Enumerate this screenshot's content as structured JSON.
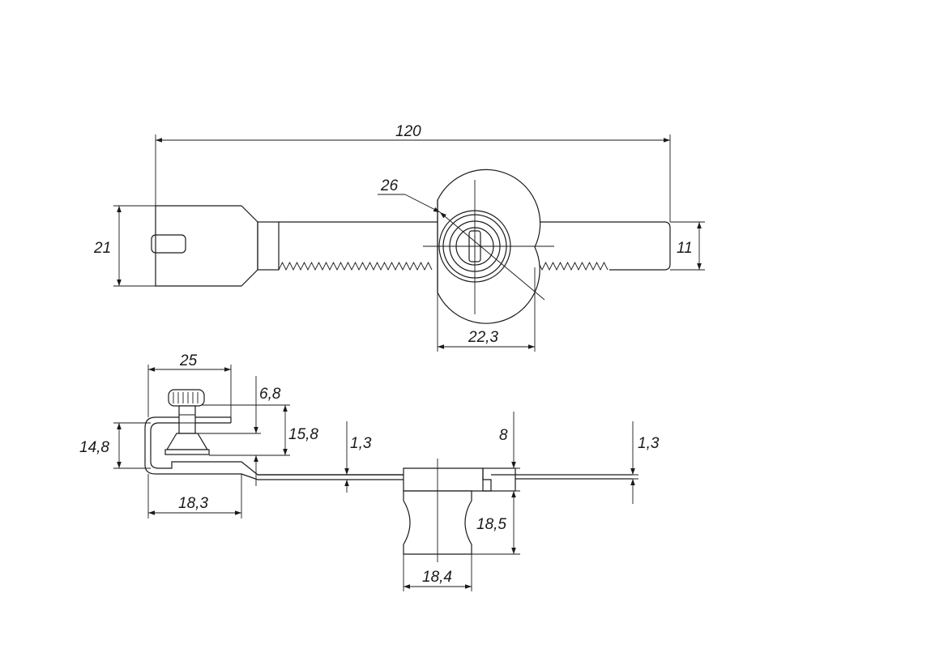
{
  "dimensions": {
    "overall_length": "120",
    "head_height": "21",
    "bar_height": "11",
    "cylinder_diameter": "26",
    "cylinder_width": "22,3",
    "clamp_width": "25",
    "screw_head": "6,8",
    "clamp_opening": "15,8",
    "clamp_height": "14,8",
    "clamp_depth": "18,3",
    "sheet_thickness_left": "1,3",
    "lock_body_top": "8",
    "lock_body_height": "18,5",
    "lock_body_width": "18,4",
    "sheet_thickness_right": "1,3"
  },
  "colors": {
    "line": "#1a1a1a",
    "background": "#ffffff"
  }
}
